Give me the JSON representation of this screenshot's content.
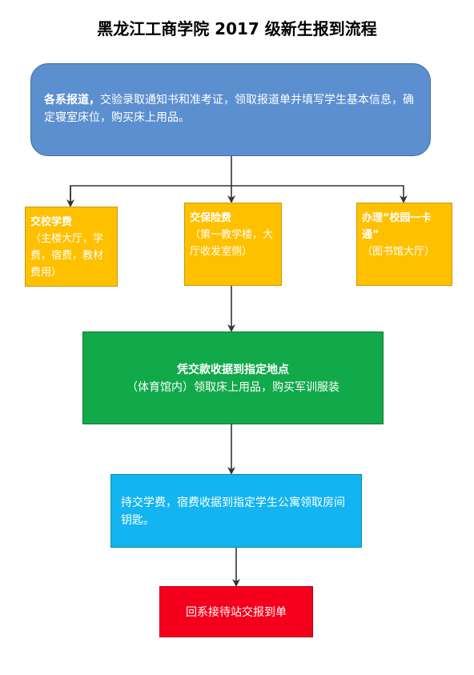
{
  "title": "黑龙江工商学院 2017 级新生报到流程",
  "step1": {
    "bold": "各系报道，",
    "text": "交验录取通知书和准考证，领取报道单并填写学生基本信息，确定寝室床位，购买床上用品。"
  },
  "branches": [
    {
      "title": "交校学费",
      "detail": "（主楼大厅，学费，宿费，教材费用）"
    },
    {
      "title": "交保险费",
      "detail": "（第一教学楼，大厅收发室侧）"
    },
    {
      "title": "办理“校园一卡通”",
      "detail": "（图书馆大厅）"
    }
  ],
  "step3": {
    "title": "凭交款收据到指定地点",
    "text": "（体育馆内）领取床上用品，购买军训服装"
  },
  "step4": {
    "text": "持交学费，宿费收据到指定学生公寓领取房间钥匙。"
  },
  "step5": {
    "text": "回系接待站交报到单"
  },
  "colors": {
    "step1": "#5b8fd0",
    "branch": "#ffc000",
    "step3": "#12a94a",
    "step4": "#13b4ef",
    "step5": "#f4001c"
  }
}
